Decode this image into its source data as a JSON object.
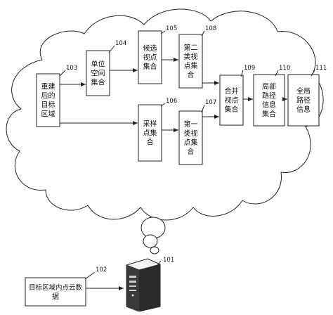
{
  "diagram": {
    "nodes": {
      "n103": {
        "ref": "103",
        "lines": [
          "重建",
          "后的",
          "目标",
          "区域"
        ]
      },
      "n104": {
        "ref": "104",
        "lines": [
          "单位",
          "空间",
          "集合"
        ]
      },
      "n105": {
        "ref": "105",
        "lines": [
          "候选",
          "视点",
          "集合"
        ]
      },
      "n106": {
        "ref": "106",
        "lines": [
          "采样",
          "点集",
          "合"
        ]
      },
      "n107": {
        "ref": "107",
        "lines": [
          "第一",
          "类视",
          "点集",
          "合"
        ]
      },
      "n108": {
        "ref": "108",
        "lines": [
          "第二",
          "类视",
          "点集",
          "合"
        ]
      },
      "n109": {
        "ref": "109",
        "lines": [
          "合并",
          "视点",
          "集合"
        ]
      },
      "n110": {
        "ref": "110",
        "lines": [
          "局部",
          "路径",
          "信息",
          "集合"
        ]
      },
      "n111": {
        "ref": "111",
        "lines": [
          "全局",
          "路径",
          "信息"
        ]
      },
      "n102": {
        "ref": "102",
        "lines": [
          "目标区域内点云数",
          "据"
        ]
      },
      "server": {
        "ref": "101",
        "icon": "server-tower-icon"
      }
    }
  }
}
